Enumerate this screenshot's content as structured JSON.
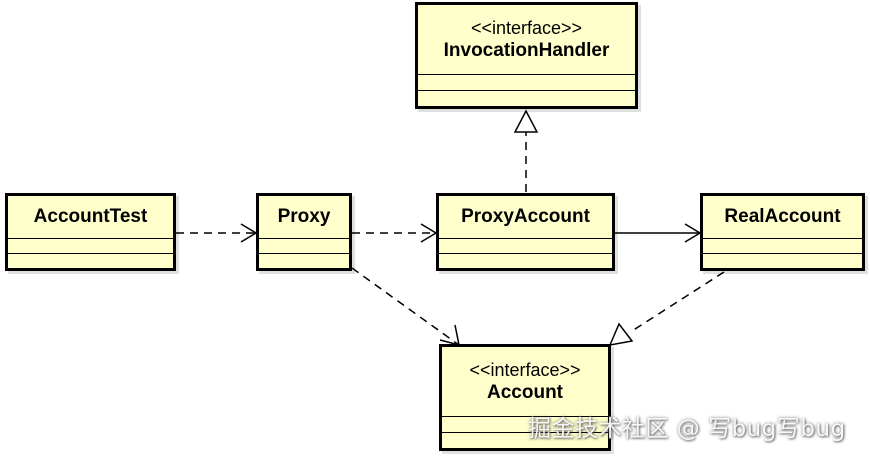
{
  "diagram": {
    "type": "UML class diagram",
    "classes": {
      "invocation_handler": {
        "stereotype": "<<interface>>",
        "name": "InvocationHandler"
      },
      "account_test": {
        "name": "AccountTest"
      },
      "proxy": {
        "name": "Proxy"
      },
      "proxy_account": {
        "name": "ProxyAccount"
      },
      "real_account": {
        "name": "RealAccount"
      },
      "account": {
        "stereotype": "<<interface>>",
        "name": "Account"
      }
    },
    "relations": [
      {
        "from": "AccountTest",
        "to": "Proxy",
        "kind": "dependency"
      },
      {
        "from": "Proxy",
        "to": "ProxyAccount",
        "kind": "dependency"
      },
      {
        "from": "ProxyAccount",
        "to": "InvocationHandler",
        "kind": "realization"
      },
      {
        "from": "ProxyAccount",
        "to": "RealAccount",
        "kind": "association"
      },
      {
        "from": "Proxy",
        "to": "Account",
        "kind": "dependency"
      },
      {
        "from": "RealAccount",
        "to": "Account",
        "kind": "realization"
      }
    ]
  },
  "watermark": "掘金技术社区 @ 写bug写bug"
}
